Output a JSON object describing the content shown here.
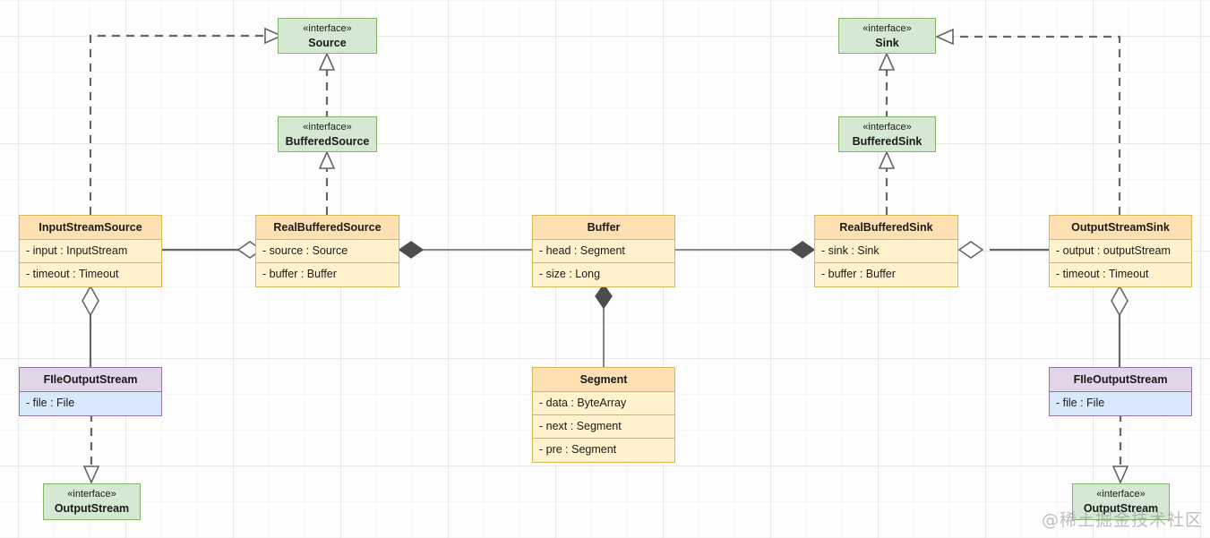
{
  "diagram": {
    "title": "Okio Source/Sink UML class diagram",
    "watermark": "@稀土掘金技术社区",
    "colors": {
      "class_header": "#ffe0b2",
      "class_body": "#fff2cc",
      "class_border": "#d6b656",
      "interface_fill": "#d5e8d4",
      "interface_border": "#82b366",
      "stream_header": "#e1d5e7",
      "stream_body": "#dae8fc",
      "stream_border": "#9673a6",
      "line": "#666666",
      "grid_minor": "#f6f6f6",
      "grid_major": "#e9e9e9"
    },
    "stereotype": "«interface»"
  },
  "interfaces": {
    "source": {
      "stereotype": "«interface»",
      "name": "Source"
    },
    "buffered_source": {
      "stereotype": "«interface»",
      "name": "BufferedSource"
    },
    "sink": {
      "stereotype": "«interface»",
      "name": "Sink"
    },
    "buffered_sink": {
      "stereotype": "«interface»",
      "name": "BufferedSink"
    },
    "output_stream_left": {
      "stereotype": "«interface»",
      "name": "OutputStream"
    },
    "output_stream_right": {
      "stereotype": "«interface»",
      "name": "OutputStream"
    }
  },
  "classes": {
    "input_stream_source": {
      "name": "InputStreamSource",
      "fields": [
        "- input : InputStream",
        "- timeout : Timeout"
      ]
    },
    "real_buffered_source": {
      "name": "RealBufferedSource",
      "fields": [
        "- source : Source",
        "- buffer : Buffer"
      ]
    },
    "buffer": {
      "name": "Buffer",
      "fields": [
        "- head : Segment",
        "- size : Long"
      ]
    },
    "real_buffered_sink": {
      "name": "RealBufferedSink",
      "fields": [
        "- sink : Sink",
        "- buffer : Buffer"
      ]
    },
    "output_stream_sink": {
      "name": "OutputStreamSink",
      "fields": [
        "- output : outputStream",
        "- timeout : Timeout"
      ]
    },
    "segment": {
      "name": "Segment",
      "fields": [
        "- data : ByteArray",
        "- next : Segment",
        "- pre : Segment"
      ]
    },
    "file_output_stream_left": {
      "name": "FIleOutputStream",
      "fields": [
        "- file : File"
      ]
    },
    "file_output_stream_right": {
      "name": "FIleOutputStream",
      "fields": [
        "- file : File"
      ]
    }
  },
  "relations": [
    {
      "kind": "realization",
      "from": "InputStreamSource",
      "to": "Source"
    },
    {
      "kind": "realization",
      "from": "BufferedSource",
      "to": "Source"
    },
    {
      "kind": "realization",
      "from": "RealBufferedSource",
      "to": "BufferedSource"
    },
    {
      "kind": "realization",
      "from": "OutputStreamSink",
      "to": "Sink"
    },
    {
      "kind": "realization",
      "from": "BufferedSink",
      "to": "Sink"
    },
    {
      "kind": "realization",
      "from": "RealBufferedSink",
      "to": "BufferedSink"
    },
    {
      "kind": "aggregation",
      "from": "RealBufferedSource",
      "to": "InputStreamSource"
    },
    {
      "kind": "composition",
      "from": "RealBufferedSource",
      "to": "Buffer"
    },
    {
      "kind": "composition",
      "from": "RealBufferedSink",
      "to": "Buffer"
    },
    {
      "kind": "aggregation",
      "from": "RealBufferedSink",
      "to": "OutputStreamSink"
    },
    {
      "kind": "composition",
      "from": "Buffer",
      "to": "Segment"
    },
    {
      "kind": "aggregation",
      "from": "InputStreamSource",
      "to": "FIleOutputStream"
    },
    {
      "kind": "aggregation",
      "from": "OutputStreamSink",
      "to": "FIleOutputStream"
    },
    {
      "kind": "realization",
      "from": "FIleOutputStream",
      "to": "OutputStream"
    }
  ]
}
